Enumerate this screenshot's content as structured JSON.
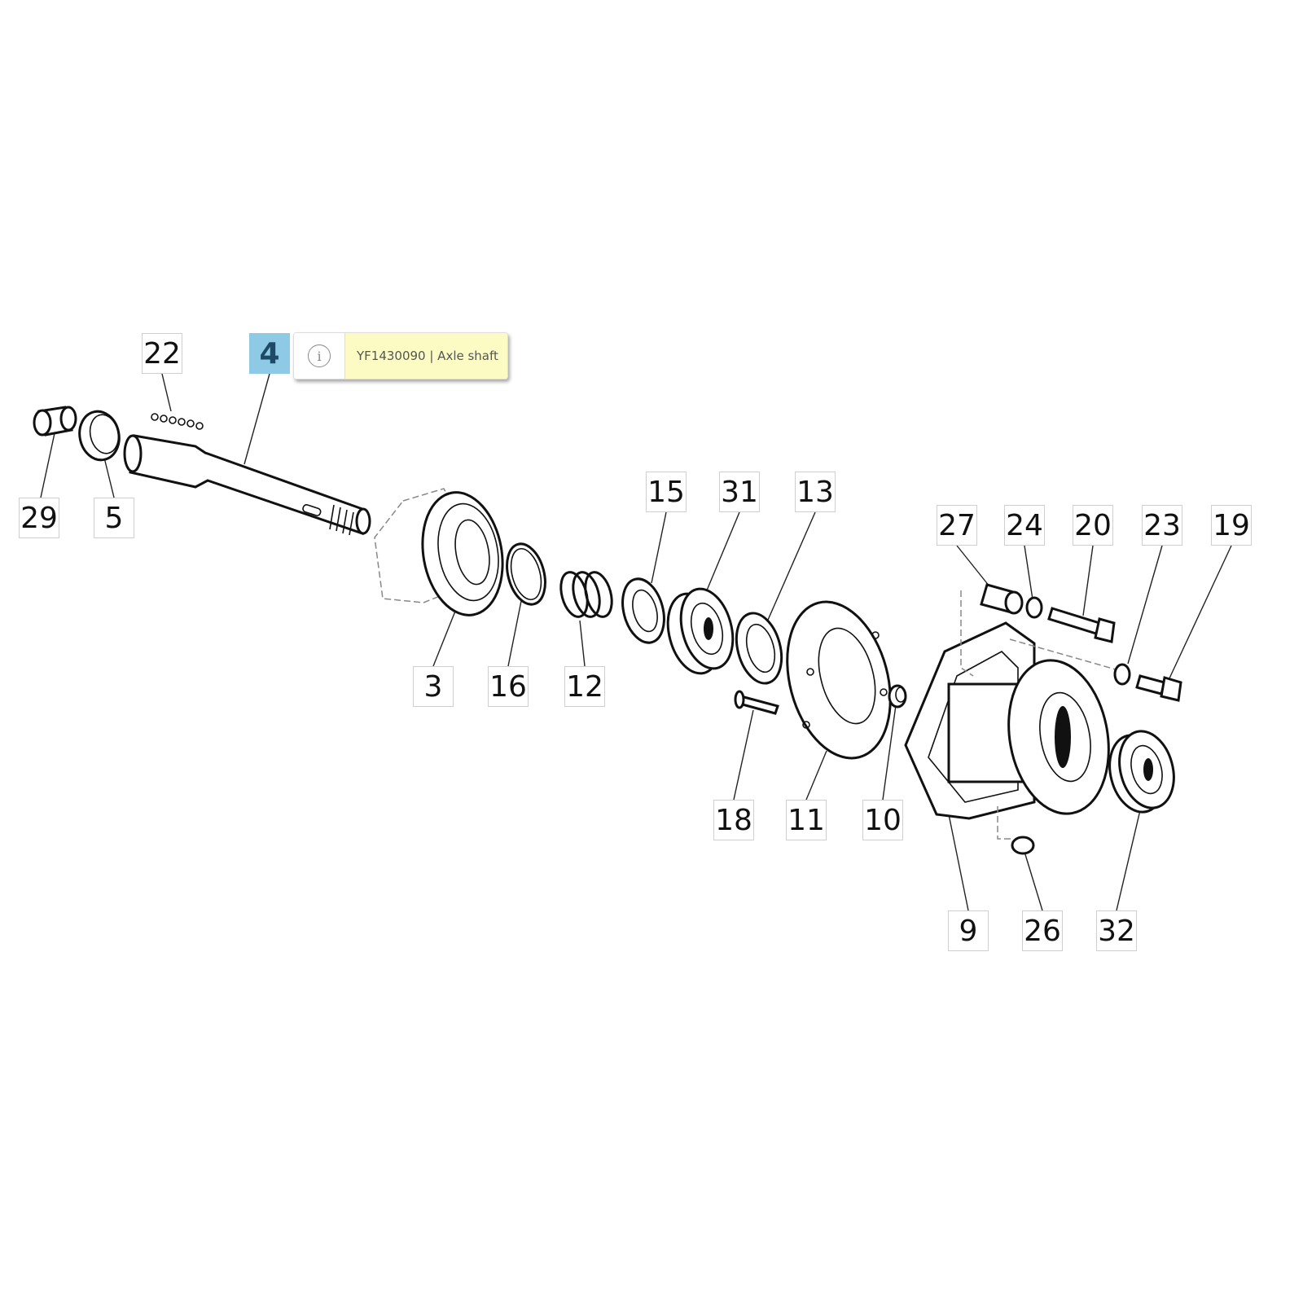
{
  "diagram": {
    "labels": [
      {
        "id": "22",
        "text": "22"
      },
      {
        "id": "4",
        "text": "4"
      },
      {
        "id": "29",
        "text": "29"
      },
      {
        "id": "5",
        "text": "5"
      },
      {
        "id": "3",
        "text": "3"
      },
      {
        "id": "16",
        "text": "16"
      },
      {
        "id": "12",
        "text": "12"
      },
      {
        "id": "15",
        "text": "15"
      },
      {
        "id": "31",
        "text": "31"
      },
      {
        "id": "13",
        "text": "13"
      },
      {
        "id": "27",
        "text": "27"
      },
      {
        "id": "24",
        "text": "24"
      },
      {
        "id": "20",
        "text": "20"
      },
      {
        "id": "23",
        "text": "23"
      },
      {
        "id": "19",
        "text": "19"
      },
      {
        "id": "18",
        "text": "18"
      },
      {
        "id": "11",
        "text": "11"
      },
      {
        "id": "10",
        "text": "10"
      },
      {
        "id": "9",
        "text": "9"
      },
      {
        "id": "26",
        "text": "26"
      },
      {
        "id": "32",
        "text": "32"
      }
    ],
    "selected_label": "4",
    "tooltip": {
      "icon": "info-icon",
      "info_glyph": "i",
      "text": "YF1430090 | Axle shaft"
    },
    "colors": {
      "highlight": "#8ec9e6",
      "tooltip_bg": "#fdfbc4"
    }
  }
}
